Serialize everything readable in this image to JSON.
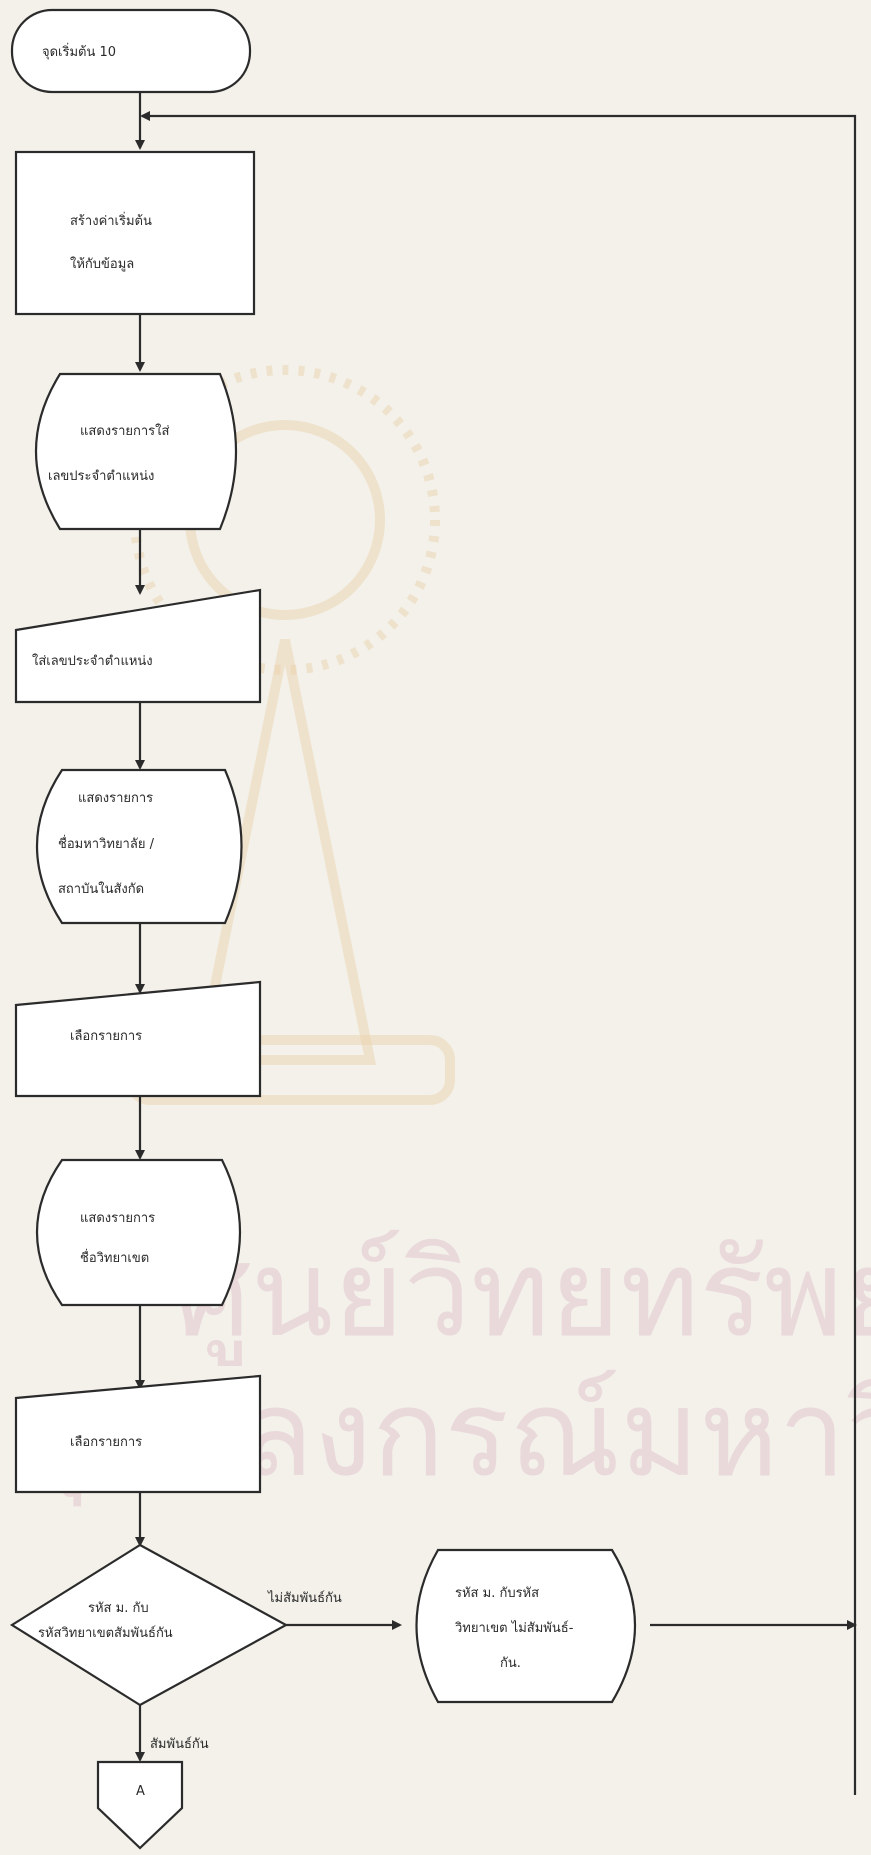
{
  "nodes": {
    "start": "จุดเริ่มต้น 10",
    "init": [
      "สร้างค่าเริ่มต้น",
      "ให้กับข้อมูล"
    ],
    "show_position": [
      "แสดงรายการใส่",
      "เลขประจำตำแหน่ง"
    ],
    "input_position": "ใส่เลขประจำตำแหน่ง",
    "show_university": [
      "แสดงรายการ",
      "ชื่อมหาวิทยาลัย /",
      "สถาบันในสังกัด"
    ],
    "select_university": "เลือกรายการ",
    "show_campus": [
      "แสดงรายการ",
      "ชื่อวิทยาเขต"
    ],
    "select_campus": "เลือกรายการ",
    "decision": [
      "รหัส ม. กับ",
      "รหัสวิทยาเขตสัมพันธ์กัน"
    ],
    "error_display": [
      "รหัส ม. กับรหัส",
      "วิทยาเขต ไม่สัมพันธ์-",
      "กัน."
    ],
    "connector": "A"
  },
  "edges": {
    "no": "ไม่สัมพันธ์กัน",
    "yes": "สัมพันธ์กัน"
  },
  "watermark": [
    "ศูนย์วิทยทรัพยากร",
    "จุฬาลงกรณ์มหาวิทยาลัย"
  ],
  "colors": {
    "background": "#f3f1ea",
    "ink": "#2b2b2b",
    "watermark_text": "#e3c7cf",
    "watermark_seal": "#ead1a8"
  }
}
